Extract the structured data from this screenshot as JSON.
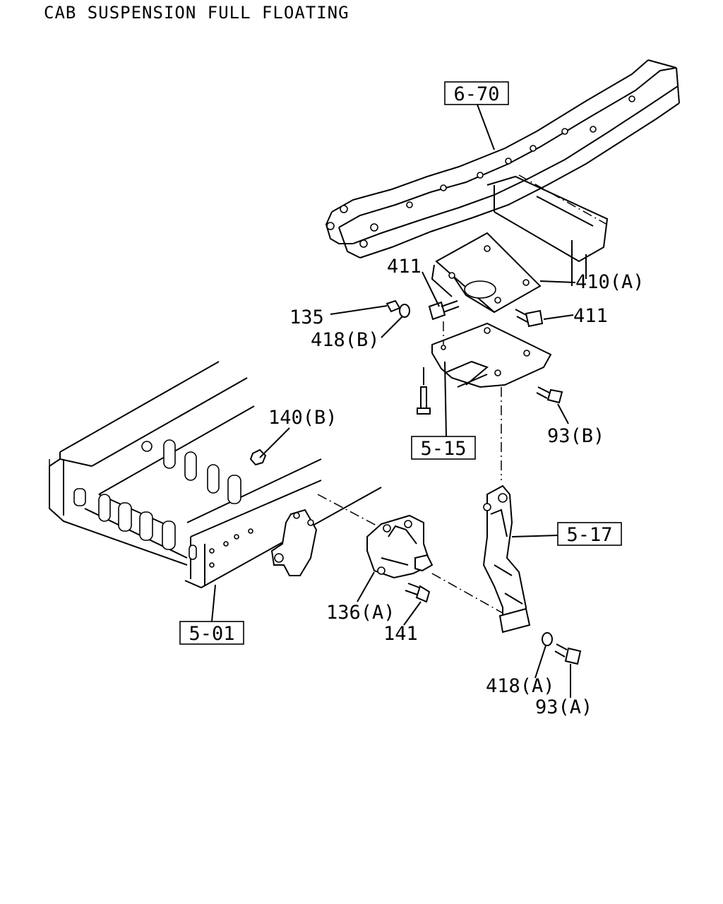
{
  "title": "CAB SUSPENSION FULL FLOATING",
  "refs": {
    "r670": "6-70",
    "r515": "5-15",
    "r517": "5-17",
    "r501": "5-01"
  },
  "callouts": {
    "c411a": "411",
    "c410a": "410(A)",
    "c135": "135",
    "c411b": "411",
    "c418b": "418(B)",
    "c140b": "140(B)",
    "c93b": "93(B)",
    "c136a": "136(A)",
    "c141": "141",
    "c418a": "418(A)",
    "c93a": "93(A)"
  }
}
